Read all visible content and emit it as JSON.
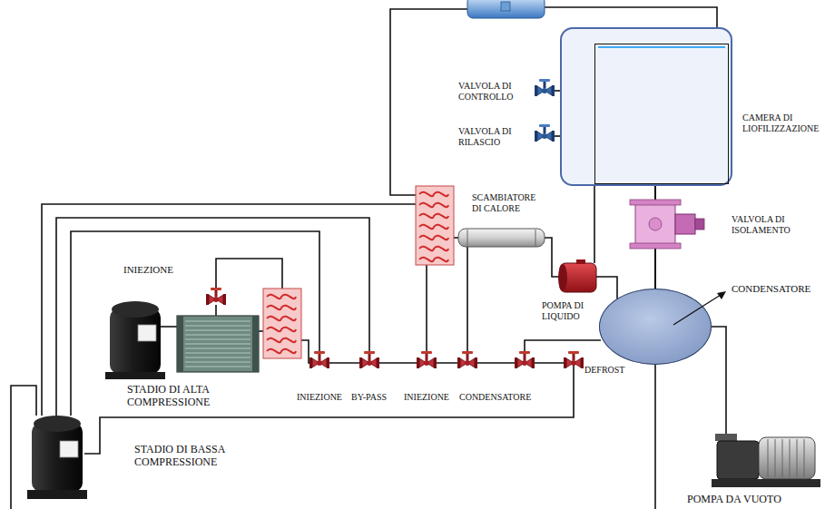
{
  "diagram": {
    "nodes": [
      {
        "text": [
          "CAMERA DI LIOFILIZZAZIONE"
        ]
      },
      {
        "text": [
          "CONDENSATORE"
        ]
      }
    ],
    "edges": [
      {
        "from": 0,
        "to": 1,
        "arrow": "none"
      }
    ],
    "labels": [
      "VALVOLA DI CONTROLLO",
      "VALVOLA DI RILASCIO",
      "SCAMBIATORE DI CALORE",
      "VALVOLA DI ISOLAMENTO",
      "INIEZIONE",
      "POMPA DI LIQUIDO",
      "STADIO DI ALTA COMPRESSIONE",
      "INIEZIONE",
      "BY-PASS",
      "INIEZIONE",
      "CONDENSATORE",
      "DEFROST",
      "STADIO DI BASSA COMPRESSIONE",
      "POMPA DA VUOTO"
    ]
  }
}
